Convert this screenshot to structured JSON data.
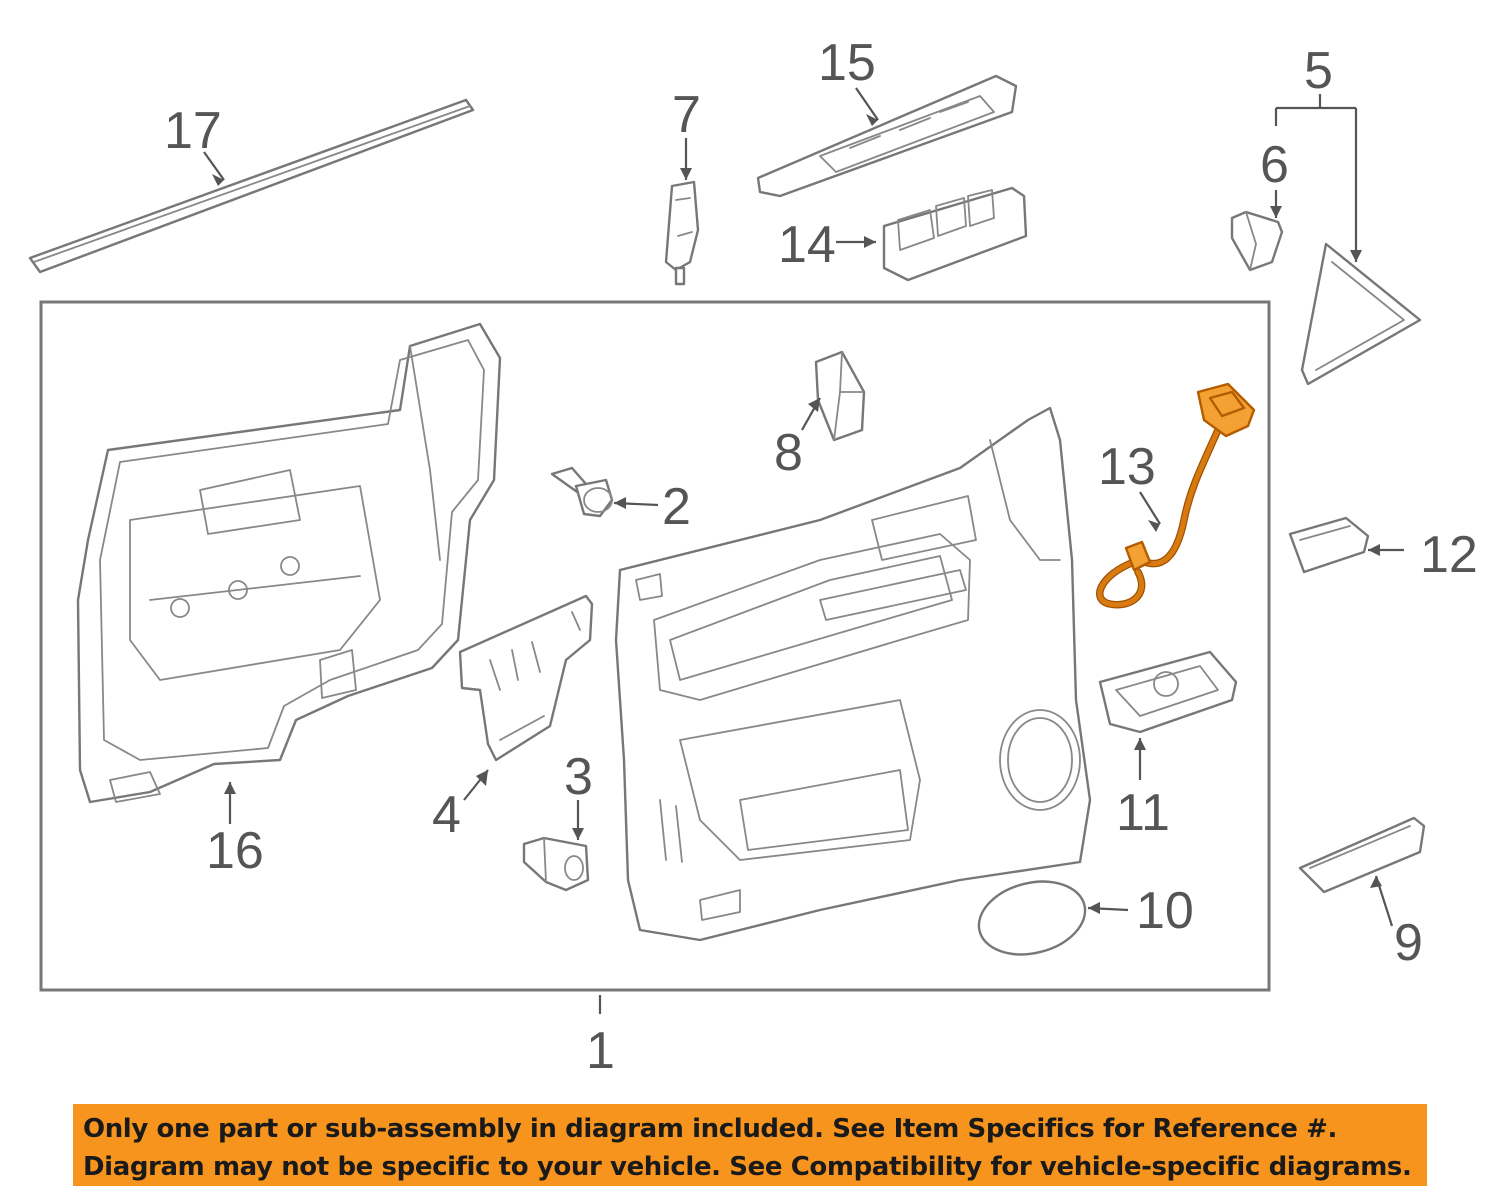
{
  "callouts": {
    "c1": "1",
    "c2": "2",
    "c3": "3",
    "c4": "4",
    "c5": "5",
    "c6": "6",
    "c7": "7",
    "c8": "8",
    "c9": "9",
    "c10": "10",
    "c11": "11",
    "c12": "12",
    "c13": "13",
    "c14": "14",
    "c15": "15",
    "c16": "16",
    "c17": "17"
  },
  "highlight_part": "13",
  "colors": {
    "highlight": "#f5a033",
    "banner": "#f7941d",
    "line": "#777777"
  },
  "disclaimer": {
    "line1": "Only one part or sub-assembly in diagram included. See Item Specifics for Reference #.",
    "line2": "Diagram may not be specific to your vehicle. See Compatibility for vehicle-specific diagrams."
  }
}
